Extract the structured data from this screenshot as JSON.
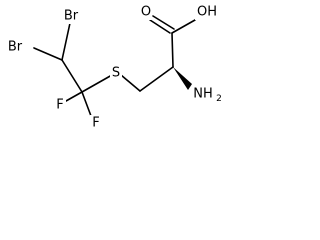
{
  "molecule": {
    "atoms": {
      "br_top": "Br",
      "br_left": "Br",
      "f_left": "F",
      "f_right": "F",
      "sulfur": "S",
      "oxygen": "O",
      "hydroxyl": "OH",
      "amine_n": "NH",
      "amine_sub": "2"
    }
  }
}
